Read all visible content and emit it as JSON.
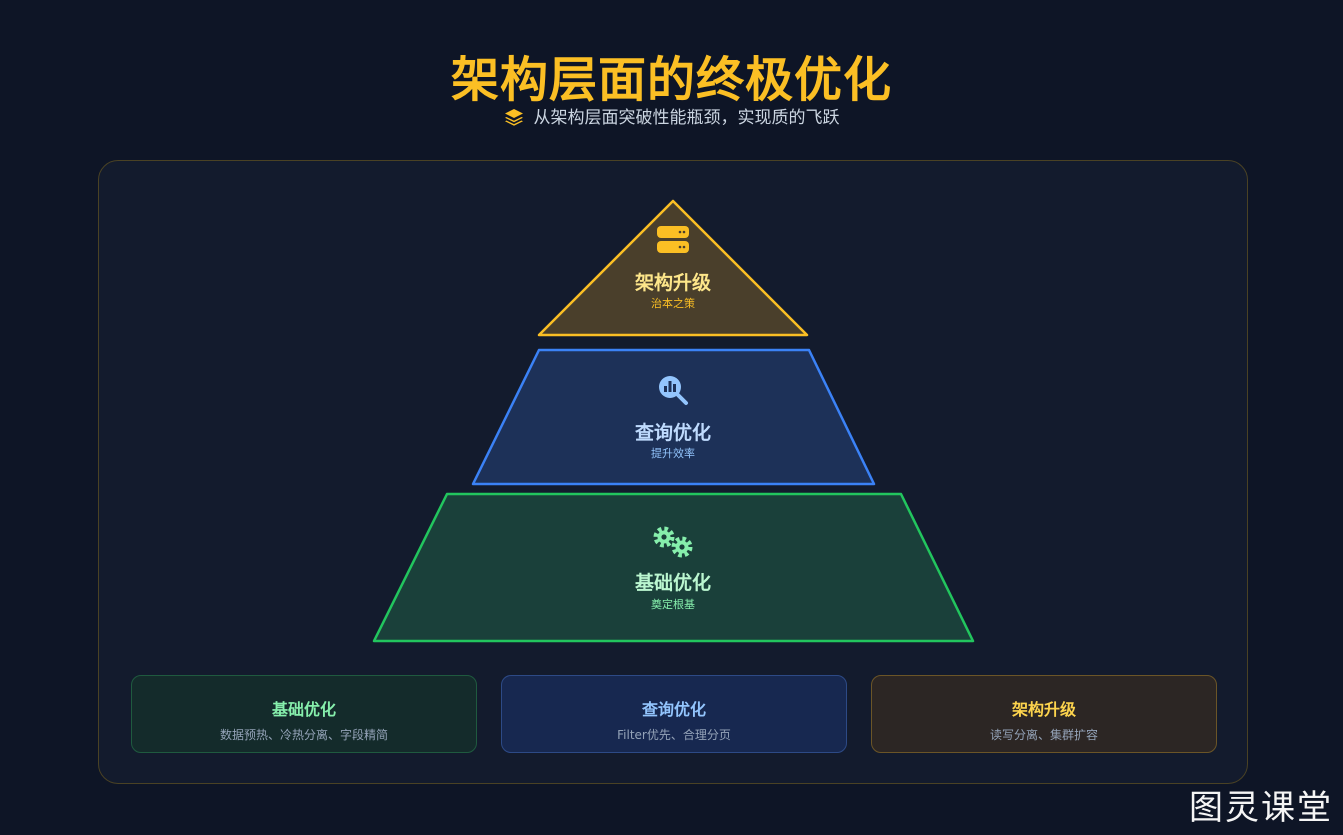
{
  "header": {
    "title": "架构层面的终极优化",
    "subtitle": "从架构层面突破性能瓶颈，实现质的飞跃"
  },
  "pyramid": {
    "levels": [
      {
        "title": "架构升级",
        "subtitle": "治本之策",
        "icon": "server-icon",
        "color": "#fbbf24"
      },
      {
        "title": "查询优化",
        "subtitle": "提升效率",
        "icon": "search-chart-icon",
        "color": "#3b82f6"
      },
      {
        "title": "基础优化",
        "subtitle": "奠定根基",
        "icon": "gears-icon",
        "color": "#22c55e"
      }
    ]
  },
  "cards": [
    {
      "title": "基础优化",
      "desc": "数据预热、冷热分离、字段精简"
    },
    {
      "title": "查询优化",
      "desc": "Filter优先、合理分页"
    },
    {
      "title": "架构升级",
      "desc": "读写分离、集群扩容"
    }
  ],
  "watermark": "图灵课堂"
}
